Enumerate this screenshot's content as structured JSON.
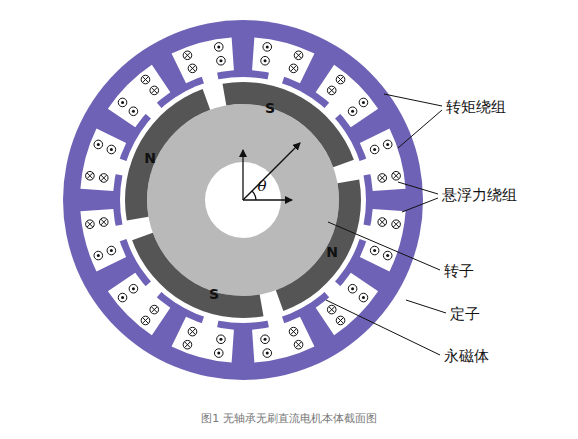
{
  "diagram": {
    "caption": "图1 无轴承无刷直流电机本体截面图",
    "labels": [
      "N",
      "S",
      "S",
      "N",
      "θ",
      "转矩绕组",
      "悬浮力绕组",
      "转子",
      "定子",
      "永磁体"
    ]
  }
}
